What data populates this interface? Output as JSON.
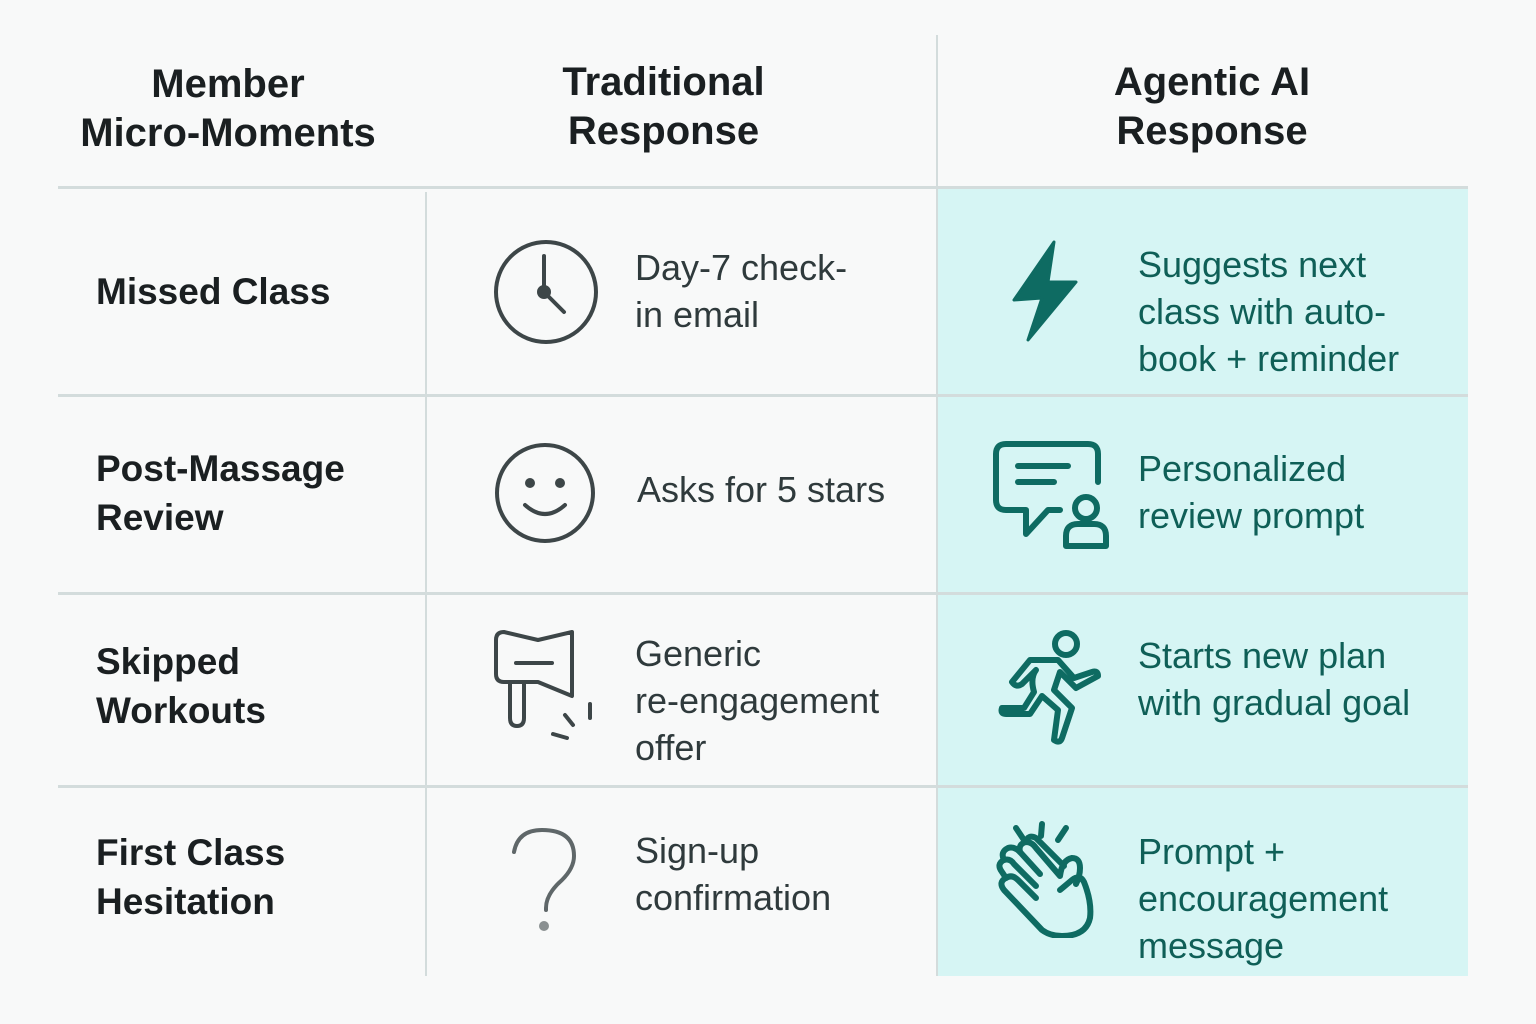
{
  "table": {
    "headers": [
      {
        "label": "Member\nMicro-Moments"
      },
      {
        "label": "Traditional\nResponse"
      },
      {
        "label": "Agentic AI\nResponse"
      }
    ],
    "rows": [
      {
        "moment": "Missed Class",
        "traditional": {
          "icon": "clock-icon",
          "text": "Day-7 check-\nin email"
        },
        "agentic": {
          "icon": "lightning-bolt-icon",
          "text": "Suggests next\nclass with auto-\nbook + reminder"
        }
      },
      {
        "moment": "Post-Massage\nReview",
        "traditional": {
          "icon": "smiley-face-icon",
          "text": "Asks for 5 stars"
        },
        "agentic": {
          "icon": "chat-bubble-user-icon",
          "text": "Personalized\nreview prompt"
        }
      },
      {
        "moment": "Skipped\nWorkouts",
        "traditional": {
          "icon": "megaphone-icon",
          "text": "Generic\nre-engagement\noffer"
        },
        "agentic": {
          "icon": "running-person-icon",
          "text": "Starts new plan\nwith gradual goal"
        }
      },
      {
        "moment": "First Class\nHesitation",
        "traditional": {
          "icon": "question-mark-icon",
          "text": "Sign-up\nconfirmation"
        },
        "agentic": {
          "icon": "clapping-hands-icon",
          "text": "Prompt +\nencouragement\nmessage"
        }
      }
    ]
  },
  "colors": {
    "background": "#f8f9f9",
    "agentic_column_bg": "#d6f5f4",
    "agentic_accent": "#0e6b62",
    "traditional_icon": "#3d4648",
    "divider": "#d3dcdc"
  }
}
